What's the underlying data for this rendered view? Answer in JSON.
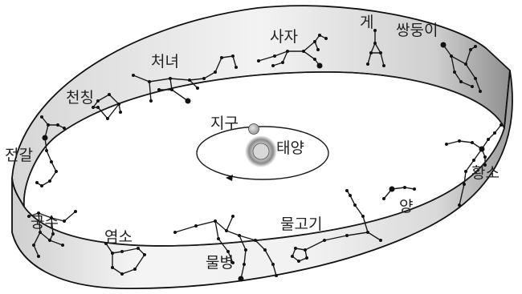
{
  "colors": {
    "band_light": "#f2f2f2",
    "band_dark": "#9a9a9a",
    "outline": "#111111",
    "sun_core": "#e8e8e8",
    "sun_halo": "#7a7a7a",
    "earth": "#b0b0b0"
  },
  "labels": {
    "earth": "지구",
    "sun": "태양",
    "aries": "양",
    "taurus": "황소",
    "gemini": "쌍둥이",
    "cancer": "게",
    "leo": "사자",
    "virgo": "처녀",
    "libra": "천칭",
    "scorpio": "전갈",
    "sagittarius": "궁수",
    "capricorn": "염소",
    "aquarius": "물병",
    "pisces": "물고기"
  }
}
